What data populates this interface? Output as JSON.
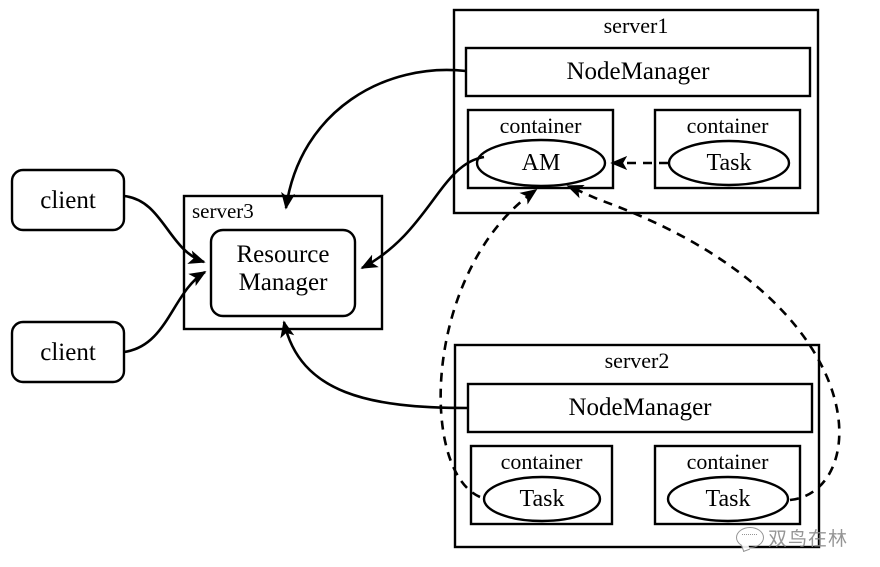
{
  "diagram": {
    "title": "YARN architecture diagram",
    "stroke_color": "#000000",
    "background": "#ffffff",
    "watermark": {
      "text": "双鸟在林",
      "icon": "chat-bubble-icon",
      "color": "#8d8d8d"
    },
    "clients": [
      {
        "id": "client1",
        "label": "client"
      },
      {
        "id": "client2",
        "label": "client"
      }
    ],
    "server3": {
      "label": "server3",
      "resource_manager": {
        "label": "Resource\nManager"
      }
    },
    "server1": {
      "label": "server1",
      "node_manager": {
        "label": "NodeManager"
      },
      "containers": [
        {
          "label": "container",
          "process": "AM"
        },
        {
          "label": "container",
          "process": "Task"
        }
      ]
    },
    "server2": {
      "label": "server2",
      "node_manager": {
        "label": "NodeManager"
      },
      "containers": [
        {
          "label": "container",
          "process": "Task"
        },
        {
          "label": "container",
          "process": "Task"
        }
      ]
    },
    "edges": [
      {
        "id": "client1-to-rm",
        "from": "client",
        "to": "Resource Manager",
        "style": "solid",
        "arrow": "end"
      },
      {
        "id": "client2-to-rm",
        "from": "client",
        "to": "Resource Manager",
        "style": "solid",
        "arrow": "end"
      },
      {
        "id": "nm1-to-rm",
        "from": "NodeManager (server1)",
        "to": "Resource Manager",
        "style": "solid",
        "arrow": "end"
      },
      {
        "id": "nm2-to-rm",
        "from": "NodeManager (server2)",
        "to": "Resource Manager",
        "style": "solid",
        "arrow": "end"
      },
      {
        "id": "am-to-rm",
        "from": "AM",
        "to": "Resource Manager",
        "style": "solid",
        "arrow": "end"
      },
      {
        "id": "task1-to-am",
        "from": "Task (server1)",
        "to": "AM",
        "style": "dashed",
        "arrow": "end"
      },
      {
        "id": "task2-to-am",
        "from": "Task (server2 left)",
        "to": "AM",
        "style": "dashed",
        "arrow": "end"
      },
      {
        "id": "task3-to-am",
        "from": "Task (server2 right)",
        "to": "AM",
        "style": "dashed",
        "arrow": "end"
      }
    ]
  }
}
